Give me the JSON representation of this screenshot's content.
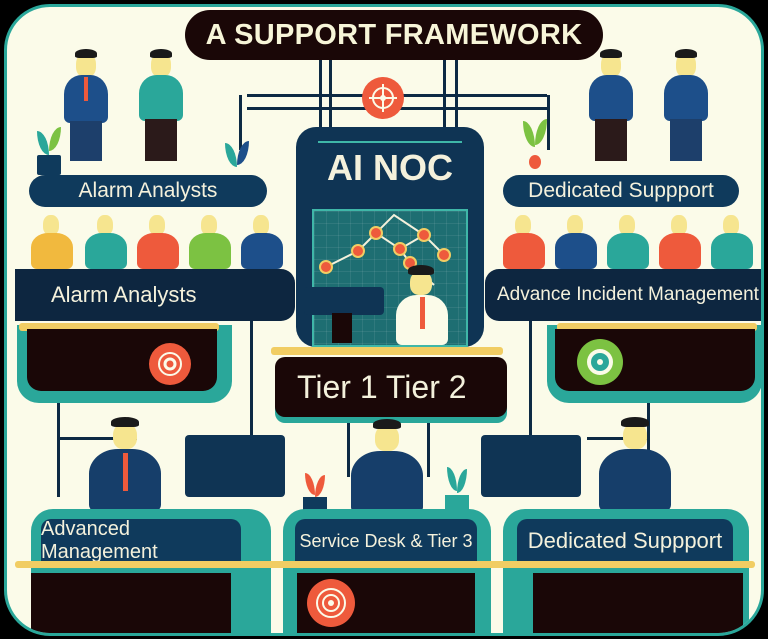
{
  "title": "A SUPPORT FRAMEWORK",
  "center": {
    "heading": "AI NOC",
    "tier_label": "Tier 1 Tier 2",
    "target_icon": "target-icon",
    "chart_icon": "network-chart"
  },
  "left": {
    "top_label": "Alarm Analysts",
    "band_label": "Alarm Analysts",
    "gear_icon": "gear-icon"
  },
  "right": {
    "top_label": "Dedicated Suppport",
    "band_label": "Advance Incident Management",
    "gear_icon": "gear-icon"
  },
  "desks": [
    {
      "label": "Advanced Management"
    },
    {
      "label": "Service Desk & Tier 3"
    },
    {
      "label": "Dedicated Suppport"
    }
  ],
  "colors": {
    "background": "#fbfbe9",
    "navy": "#0f3a5c",
    "teal": "#2aa79a",
    "dark": "#1a0707",
    "accent_red": "#ee5a3c",
    "gold": "#f1cd63",
    "green": "#7cc242"
  },
  "team_row_left": [
    "yellow",
    "teal",
    "red",
    "green",
    "navy"
  ],
  "team_row_right": [
    "red",
    "navy",
    "teal",
    "red",
    "teal"
  ]
}
